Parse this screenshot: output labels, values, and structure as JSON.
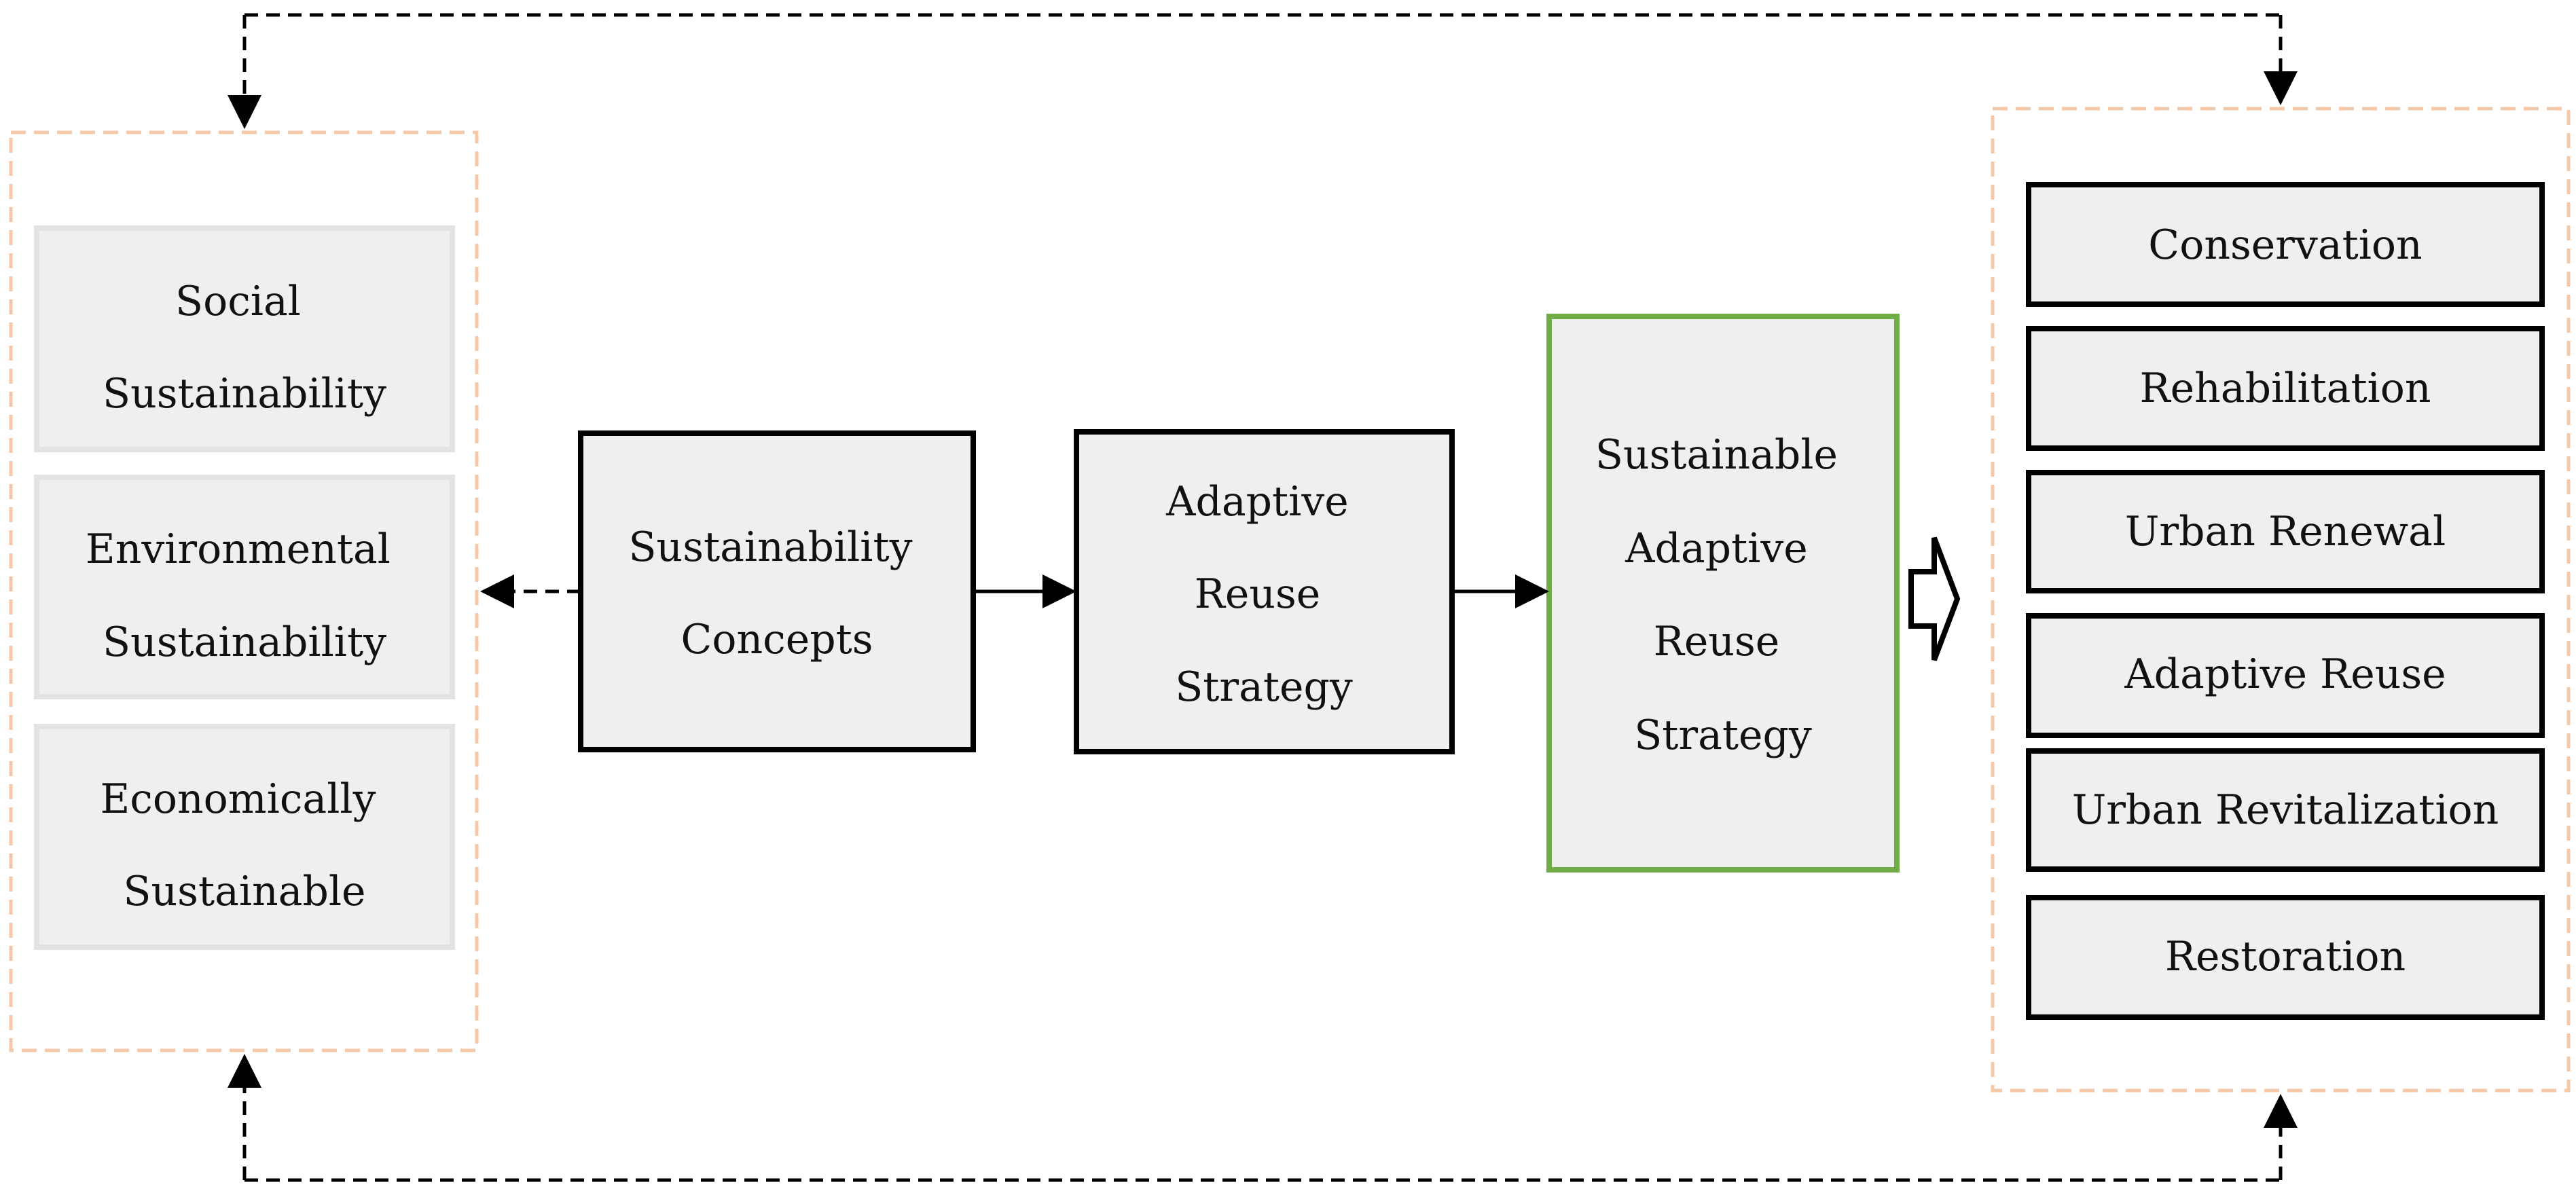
{
  "colors": {
    "box_fill": "#efefef",
    "box_stroke": "#000000",
    "pillar_stroke": "#e3e3e3",
    "group_border": "#f4c8a8",
    "highlight_stroke": "#70ad47",
    "arrow": "#000000"
  },
  "pillars": {
    "social": [
      "Social",
      "Sustainability"
    ],
    "environmental": [
      "Environmental",
      "Sustainability"
    ],
    "economic": [
      "Economically",
      "Sustainable"
    ]
  },
  "flow": {
    "concepts": [
      "Sustainability",
      "Concepts"
    ],
    "strategy": [
      "Adaptive",
      "Reuse",
      "Strategy"
    ],
    "sustainable_strategy": [
      "Sustainable",
      "Adaptive",
      "Reuse",
      "Strategy"
    ]
  },
  "approaches": {
    "conservation": "Conservation",
    "rehabilitation": "Rehabilitation",
    "urban_renewal": "Urban Renewal",
    "adaptive_reuse": "Adaptive Reuse",
    "urban_revitalization": "Urban Revitalization",
    "restoration": "Restoration"
  }
}
